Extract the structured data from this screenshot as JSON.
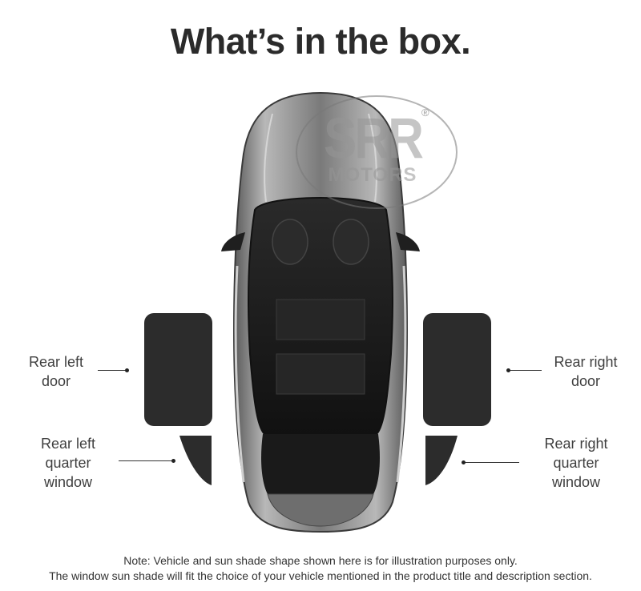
{
  "title": "What’s in the box.",
  "logo": {
    "main": "SRR",
    "sub": "MOTORS",
    "registered": "®"
  },
  "items": {
    "rear_left_door": {
      "line1": "Rear left",
      "line2": "door"
    },
    "rear_right_door": {
      "line1": "Rear right",
      "line2": "door"
    },
    "rear_left_quarter": {
      "line1": "Rear left",
      "line2": "quarter",
      "line3": "window"
    },
    "rear_right_quarter": {
      "line1": "Rear right",
      "line2": "quarter",
      "line3": "window"
    }
  },
  "note": {
    "line1": "Note: Vehicle and sun shade shape shown here is for illustration purposes only.",
    "line2": "The window sun shade will fit the choice of your vehicle mentioned in the product title and description section."
  },
  "colors": {
    "shade": "#2c2c2c",
    "car_body": "#8a8a8a",
    "glass": "#1e1e1e"
  },
  "icons": {
    "vehicle": "car-top-view-illustration"
  }
}
